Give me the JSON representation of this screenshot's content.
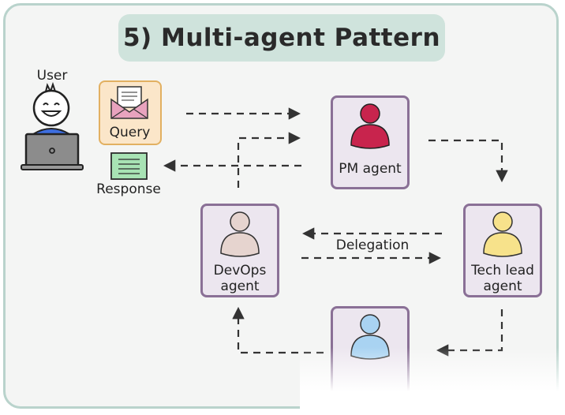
{
  "title": "5) Multi-agent Pattern",
  "user": {
    "label": "User"
  },
  "query": {
    "label": "Query"
  },
  "response": {
    "label": "Response"
  },
  "agents": {
    "pm": {
      "label": "PM agent",
      "color": "#c8244d"
    },
    "devops": {
      "label_line1": "DevOps",
      "label_line2": "agent",
      "color": "#e6d4cf"
    },
    "techlead": {
      "label_line1": "Tech lead",
      "label_line2": "agent",
      "color": "#f7e28b"
    },
    "bottom": {
      "color": "#a9d3f2"
    }
  },
  "edges": {
    "delegation": "Delegation"
  },
  "colors": {
    "frame": "#b9d3cc",
    "title_bg": "#cfe3dc",
    "card_border": "#8a7096",
    "card_bg": "#ece6ef"
  }
}
